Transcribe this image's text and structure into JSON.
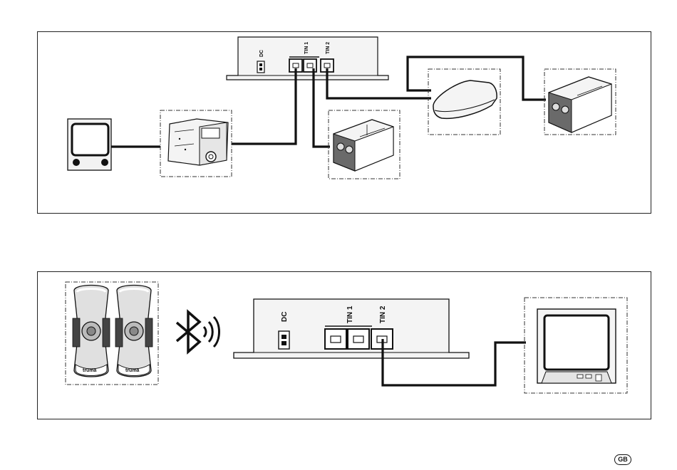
{
  "diagram_top": {
    "port_dc": "DC",
    "port_tin1": "TIN 1",
    "port_tin2": "TIN 2",
    "devices": [
      "control-panel-icon",
      "heater-unit-icon",
      "aircon-unit-icon",
      "rooftop-ac-icon",
      "aircon-unit-icon"
    ]
  },
  "diagram_bottom": {
    "port_dc": "DC",
    "port_tin1": "TIN 1",
    "port_tin2": "TIN 2",
    "remote_brand_left": "truma",
    "remote_brand_right": "truma",
    "devices": [
      "remote-control-icon",
      "bluetooth-icon",
      "display-panel-icon"
    ]
  },
  "language_badge": "GB",
  "colors": {
    "line": "#111111",
    "device_fill": "#f2f2f2",
    "device_dark": "#444444"
  }
}
